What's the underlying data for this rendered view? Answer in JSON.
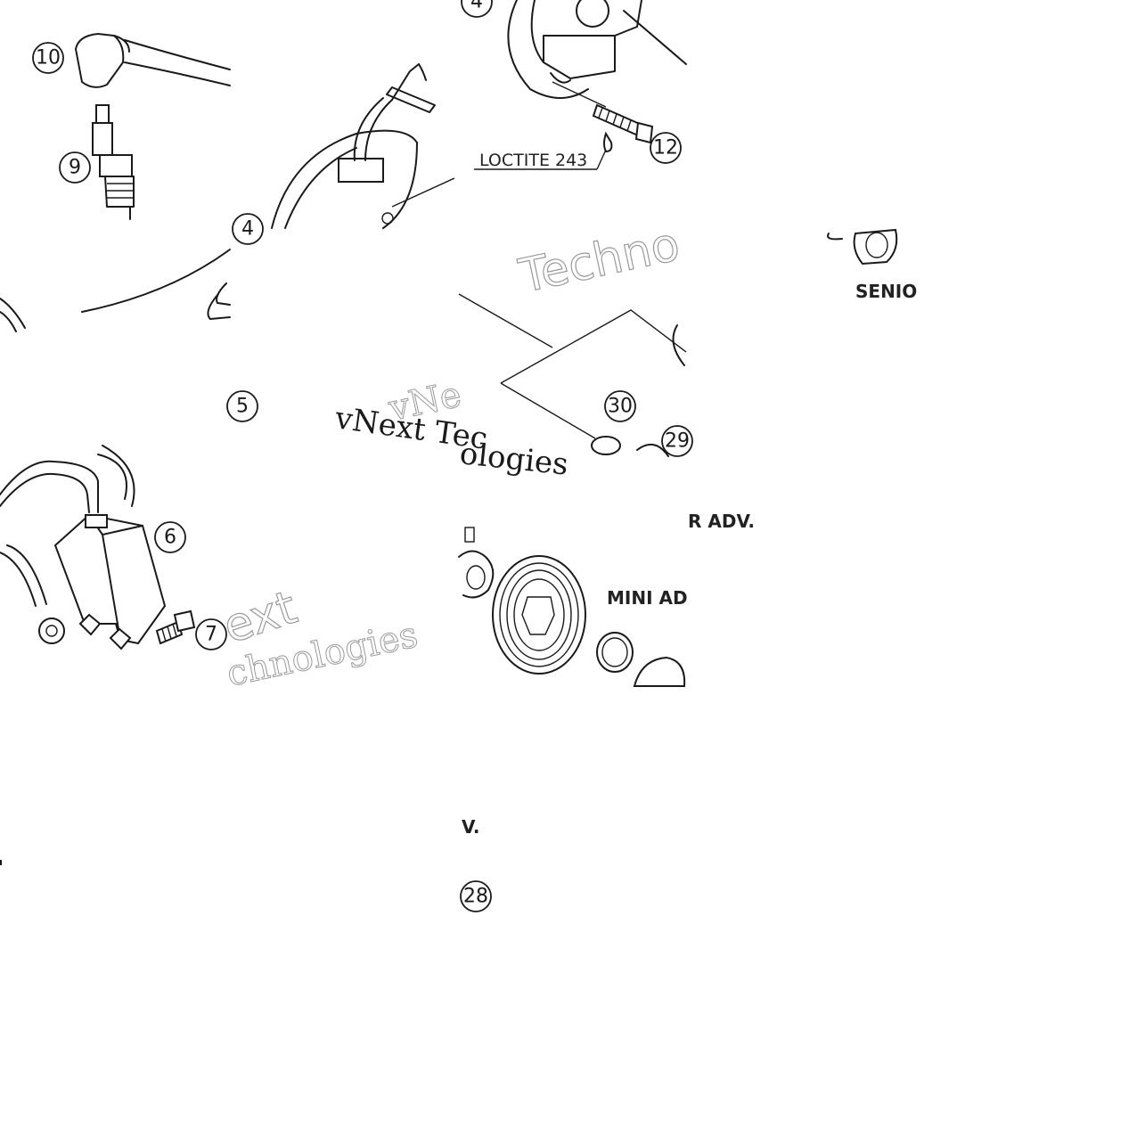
{
  "callouts": {
    "c10": "10",
    "c9": "9",
    "c4a": "4",
    "c4b": "4",
    "c12": "12",
    "c5": "5",
    "c30": "30",
    "c29": "29",
    "c6": "6",
    "c7": "7",
    "c28": "28"
  },
  "labels": {
    "loctite": "LOCTITE 243",
    "senior": "SENIO",
    "r_adv": "R ADV.",
    "mini_adv": "MINI AD",
    "v_adv": "V."
  },
  "watermarks": {
    "wm1": "Techno",
    "wm2": "vNext Tec",
    "wm3": "vNe",
    "wm4": "ologies",
    "wm5": "ext",
    "wm6": "chnologies"
  }
}
